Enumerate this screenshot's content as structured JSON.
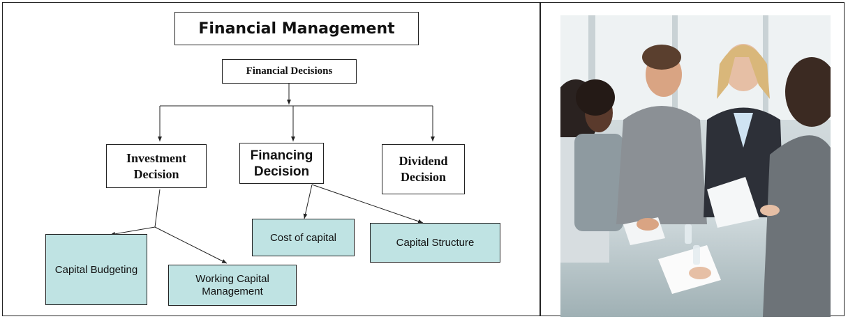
{
  "title": "Financial Management",
  "diagram": {
    "root": "Financial Decisions",
    "branches": [
      {
        "label": "Investment\nDecision",
        "children": [
          "Capital Budgeting",
          "Working Capital\nManagement"
        ]
      },
      {
        "label": "Financing\nDecision",
        "children": [
          "Cost of capital",
          "Capital Structure"
        ]
      },
      {
        "label": "Dividend\nDecision",
        "children": []
      }
    ]
  },
  "colors": {
    "leaf_fill": "#bfe3e3",
    "border": "#222222"
  },
  "photo": {
    "subject": "business-meeting-photo"
  }
}
